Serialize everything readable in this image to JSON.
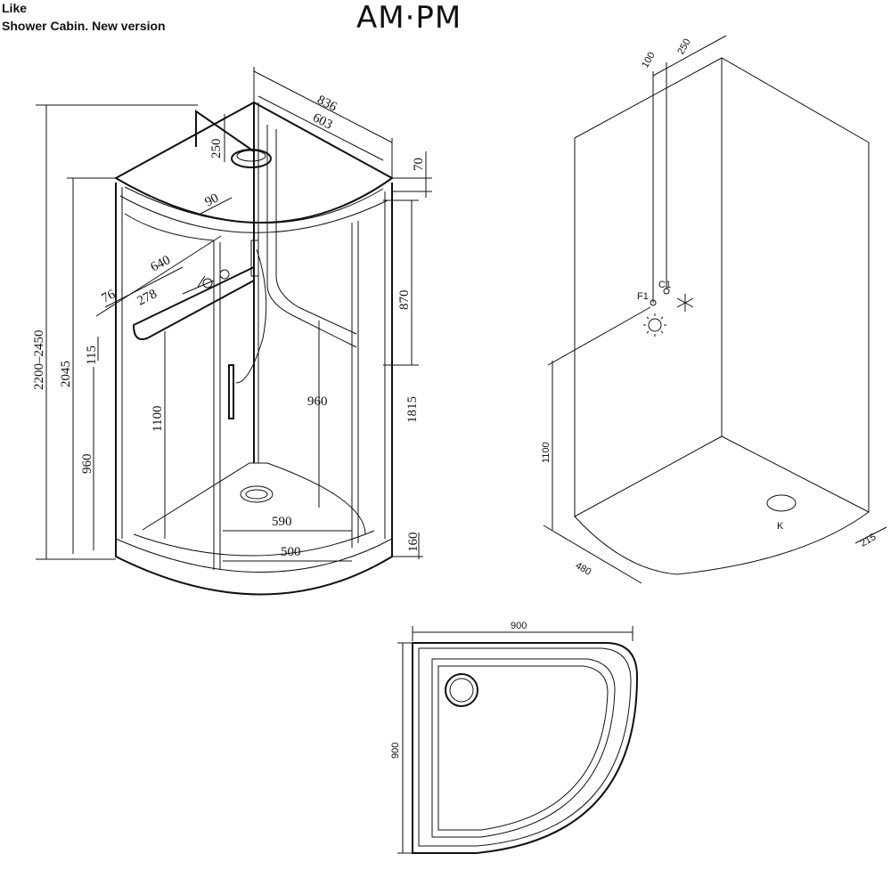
{
  "header": {
    "line1": "Like",
    "line2": "Shower Cabin. New version"
  },
  "brand": "AM·PM",
  "front_view": {
    "dims": {
      "d836": "836",
      "d603": "603",
      "d250": "250",
      "d70": "70",
      "d90": "90",
      "d640": "640",
      "d76": "76",
      "d278": "278",
      "d870": "870",
      "d115": "115",
      "d2200_2450": "2200–2450",
      "d2045": "2045",
      "d1100": "1100",
      "d960_left": "960",
      "d960_mid": "960",
      "d1815": "1815",
      "d590": "590",
      "d500": "500",
      "d160": "160"
    }
  },
  "iso_view": {
    "dims": {
      "d100": "100",
      "d250": "250",
      "d1100": "1100",
      "d480": "480",
      "d215": "215"
    },
    "labels": {
      "f1": "F1",
      "c1": "C1",
      "k": "K"
    },
    "icons": [
      "sun-icon",
      "snowflake-icon"
    ]
  },
  "tray_view": {
    "dims": {
      "width": "900",
      "depth": "900"
    }
  }
}
